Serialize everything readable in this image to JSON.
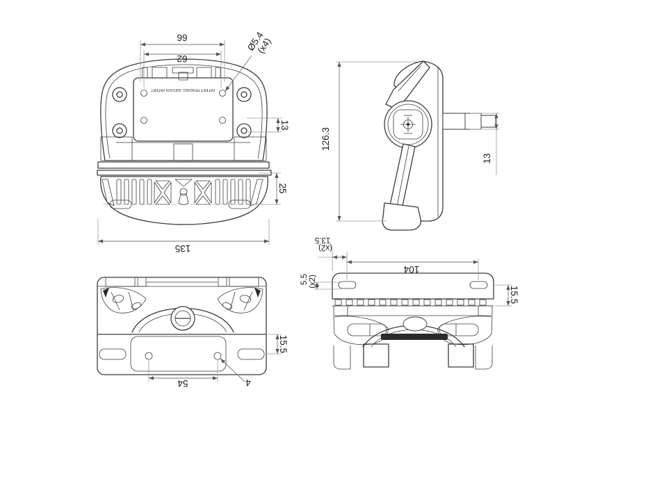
{
  "page": {
    "background": "#ffffff",
    "description": "four-view dimensioned technical drawing of a luminaire / mounting bracket"
  },
  "colors": {
    "line": "#3a3a3a",
    "dim_line": "#777777",
    "ext_line": "#9a9a9a",
    "dim_text": "#1c1c1c",
    "label_strip": "#2b2b2b"
  },
  "views": {
    "front": {
      "dims": {
        "outer_hole_span": "99",
        "inner_hole_span": "62",
        "hole_diameter": "Ø5.4",
        "hole_qty": "(x4)",
        "hole_row_offset": "13",
        "heatsink_depth": "25",
        "overall_width": "135"
      },
      "patent_label": "PATENT PENDING /DESIGN PATENT"
    },
    "side": {
      "dims": {
        "overall_height": "126.3",
        "gland_diameter": "13"
      }
    },
    "bottom": {
      "dims": {
        "flange_offset": "15.5",
        "hole_span": "54",
        "hole_diameter": "4"
      }
    },
    "bracket": {
      "dims": {
        "slot_edge_offset": "13.5",
        "slot_edge_qty": "(x2)",
        "slot_width": "5.5",
        "slot_width_qty": "(x2)",
        "slot_span": "104",
        "flange_height": "15.5"
      }
    }
  }
}
